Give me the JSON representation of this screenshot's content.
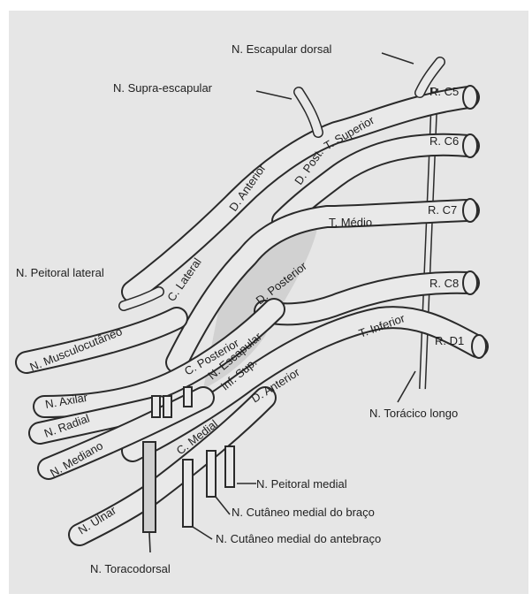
{
  "colors": {
    "background": "#e6e6e6",
    "frame": "#ffffff",
    "ink": "#1f1f1f",
    "shade": "#bdbdbd"
  },
  "labels": {
    "escapular_dorsal": "N. Escapular dorsal",
    "supra_escapular": "N. Supra-escapular",
    "rc5": "R. C5",
    "rc6": "R. C6",
    "rc7": "R. C7",
    "rc8": "R. C8",
    "rd1": "R. D1",
    "t_superior": "T. Superior",
    "d_post_top": "D. Post.",
    "d_anterior_top": "D. Anterior",
    "t_medio": "T. Médio",
    "d_posterior": "D. Posterior",
    "t_inferior": "T. Inferior",
    "d_anterior_bottom": "D. Anterior",
    "c_lateral": "C. Lateral",
    "c_posterior": "C. Posterior",
    "c_medial": "C. Medial",
    "peitoral_lateral": "N. Peitoral lateral",
    "musculocutaneo": "N. Musculocutâneo",
    "axilar": "N. Axilar",
    "radial": "N. Radial",
    "mediano": "N. Mediano",
    "ulnar": "N. Ulnar",
    "escapular_inf_sup": "N. Escapular",
    "escapular_inf_sup_2": "inf. Sup.",
    "toracico_longo": "N. Torácico longo",
    "peitoral_medial": "N. Peitoral medial",
    "cutaneo_braco": "N. Cutâneo medial do braço",
    "cutaneo_antebraco": "N. Cutâneo medial do antebraço",
    "toracodorsal": "N. Toracodorsal"
  }
}
